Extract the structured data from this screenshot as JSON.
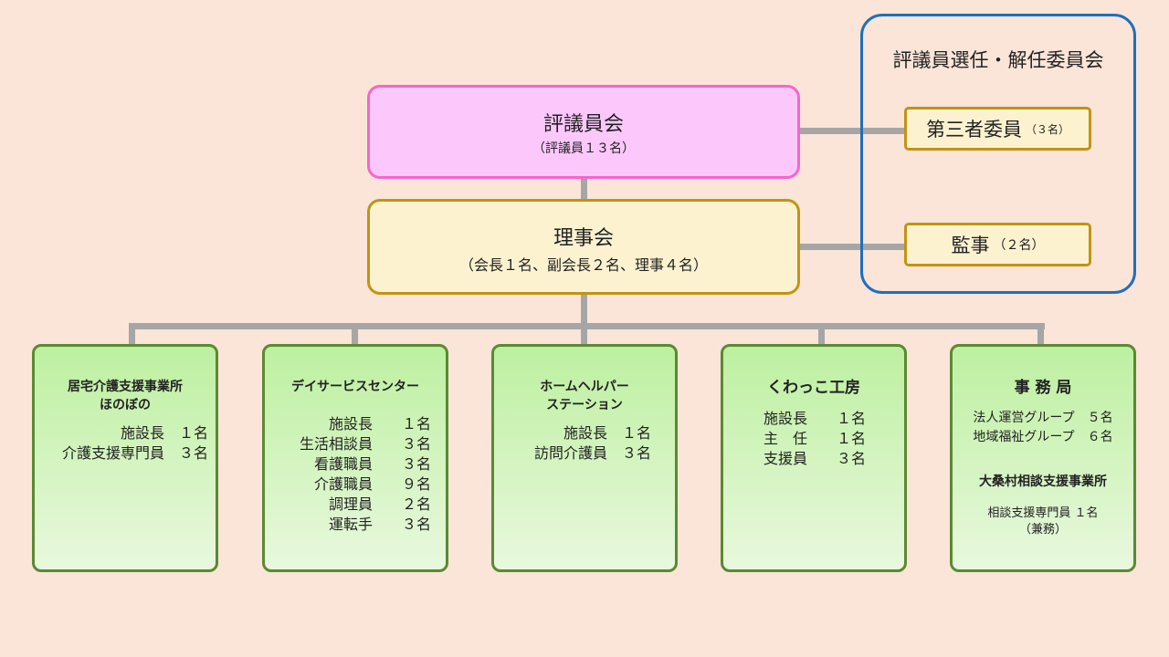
{
  "council": {
    "title": "評議員会",
    "sub": "（評議員１３名）"
  },
  "board": {
    "title": "理事会",
    "sub": "（会長１名、副会長２名、理事４名）"
  },
  "committee": {
    "title": "評議員選任・解任委員会",
    "third_party": {
      "label": "第三者委員",
      "count": "（３名）"
    }
  },
  "auditor": {
    "label": "監事",
    "count": "（２名）"
  },
  "units": [
    {
      "name_lines": [
        "居宅介護支援事業所",
        "ほのぼの"
      ],
      "rows": [
        "施設長　１名",
        "介護支援専門員　３名"
      ]
    },
    {
      "name_lines": [
        "デイサービスセンター"
      ],
      "rows": [
        "施設長　　１名",
        "生活相談員　　３名",
        "看護職員　　３名",
        "介護職員　　９名",
        "調理員　　２名",
        "運転手　　３名"
      ]
    },
    {
      "name_lines": [
        "ホームヘルパー",
        "ステーション"
      ],
      "rows": [
        "施設長　１名",
        "訪問介護員　３名"
      ]
    },
    {
      "name_lines": [
        "くわっこ工房"
      ],
      "rows": [
        "施設長　　１名",
        "主　任　　１名",
        "支援員　　３名"
      ]
    },
    {
      "name_lines": [
        "事 務 局"
      ],
      "rows": [
        "法人運営グループ　５名",
        "地域福祉グループ　６名"
      ],
      "sub_name": "大桑村相談支援事業所",
      "sub_rows": [
        "相談支援専門員 １名",
        "（兼務）"
      ]
    }
  ]
}
